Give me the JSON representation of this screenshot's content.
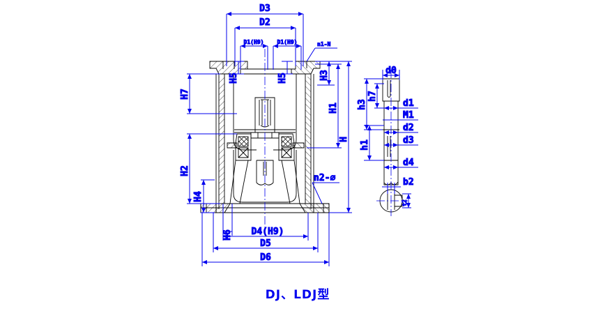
{
  "drawing": {
    "title": "DJ、LDJ型",
    "colors": {
      "dimension": "#0000ee",
      "geometry": "#000000",
      "background": "#ffffff"
    },
    "views": [
      {
        "name": "sectional-assembly-view",
        "position": "left"
      },
      {
        "name": "shaft-detail-view",
        "position": "right"
      },
      {
        "name": "keyway-section-view",
        "position": "right-bottom"
      }
    ]
  },
  "main_view": {
    "horizontal_dimensions": [
      {
        "key": "D3",
        "label": "D3"
      },
      {
        "key": "D2",
        "label": "D2"
      },
      {
        "key": "D1L",
        "label": "D1(H9)"
      },
      {
        "key": "D1R",
        "label": "D1(H9)"
      },
      {
        "key": "D4",
        "label": "D4(H9)"
      },
      {
        "key": "D5",
        "label": "D5"
      },
      {
        "key": "D6",
        "label": "D6"
      }
    ],
    "vertical_dimensions": [
      {
        "key": "H7",
        "label": "H7"
      },
      {
        "key": "H5L",
        "label": "H5"
      },
      {
        "key": "H5R",
        "label": "H5"
      },
      {
        "key": "H3",
        "label": "H3"
      },
      {
        "key": "H1",
        "label": "H1"
      },
      {
        "key": "H",
        "label": "H"
      },
      {
        "key": "H2",
        "label": "H2"
      },
      {
        "key": "H4",
        "label": "H4"
      },
      {
        "key": "H6",
        "label": "H6"
      }
    ],
    "notes": [
      {
        "key": "n1",
        "label": "n1-N"
      },
      {
        "key": "n2",
        "label": "n2-⌀"
      }
    ]
  },
  "shaft_view": {
    "diameters": [
      {
        "key": "d0",
        "label": "d0"
      },
      {
        "key": "d1",
        "label": "d1"
      },
      {
        "key": "M1",
        "label": "M1"
      },
      {
        "key": "d2",
        "label": "d2"
      },
      {
        "key": "d3",
        "label": "d3"
      },
      {
        "key": "d4",
        "label": "d4"
      }
    ],
    "lengths": [
      {
        "key": "h3",
        "label": "h3"
      },
      {
        "key": "h7",
        "label": "h7"
      },
      {
        "key": "h1",
        "label": "h1"
      }
    ],
    "keyway": [
      {
        "key": "b2",
        "label": "b2"
      },
      {
        "key": "t2",
        "label": "t2"
      }
    ]
  }
}
